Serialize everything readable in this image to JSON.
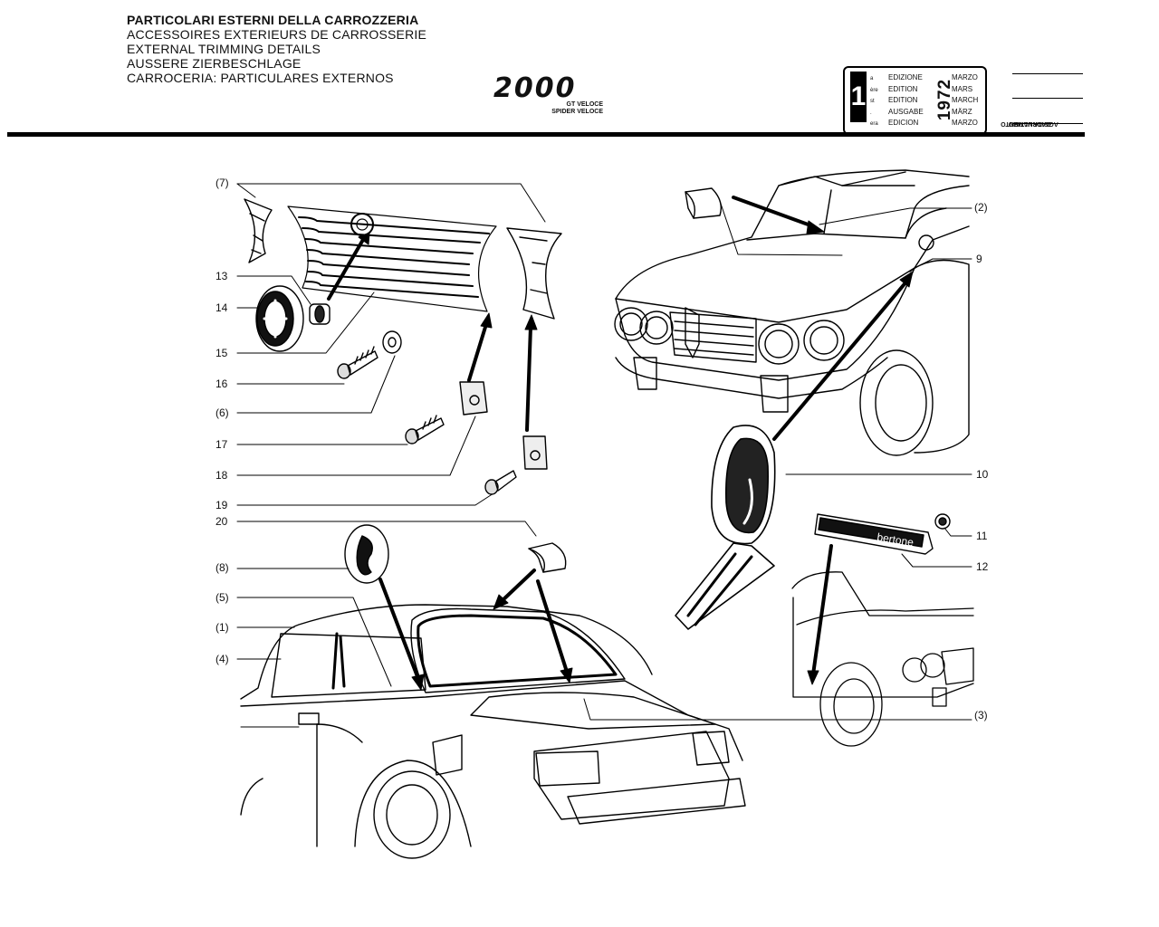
{
  "header": {
    "titles": [
      "PARTICOLARI ESTERNI DELLA CARROZZERIA",
      "ACCESSOIRES EXTERIEURS DE CARROSSERIE",
      "EXTERNAL TRIMMING DETAILS",
      "AUSSERE ZIERBESCHLAGE",
      "CARROCERIA: PARTICULARES EXTERNOS"
    ],
    "model": "2000",
    "model_variants": [
      "GT VELOCE",
      "SPIDER VELOCE"
    ]
  },
  "edition": {
    "number": "1",
    "superscripts": [
      "a",
      "ère",
      "st",
      ".",
      "era"
    ],
    "words": [
      "EDIZIONE",
      "EDITION",
      "EDITION",
      "AUSGABE",
      "EDICION"
    ],
    "year": "1972",
    "months": [
      "MARZO",
      "MARS",
      "MARCH",
      "MÄRZ",
      "MARZO"
    ],
    "last_update_label": [
      "DATA ULTIMO",
      "AGGIORNAMENTO"
    ]
  },
  "callouts": {
    "c7": "(7)",
    "c13": "13",
    "c14": "14",
    "c15": "15",
    "c16": "16",
    "c6": "(6)",
    "c17": "17",
    "c18": "18",
    "c19": "19",
    "c20": "20",
    "c8": "(8)",
    "c5": "(5)",
    "c1": "(1)",
    "c4": "(4)",
    "c2": "(2)",
    "c9": "9",
    "c10": "10",
    "c11": "11",
    "c12": "12",
    "c3": "(3)"
  },
  "badge_text": "bertone",
  "colors": {
    "ink": "#000000",
    "paper": "#ffffff"
  }
}
